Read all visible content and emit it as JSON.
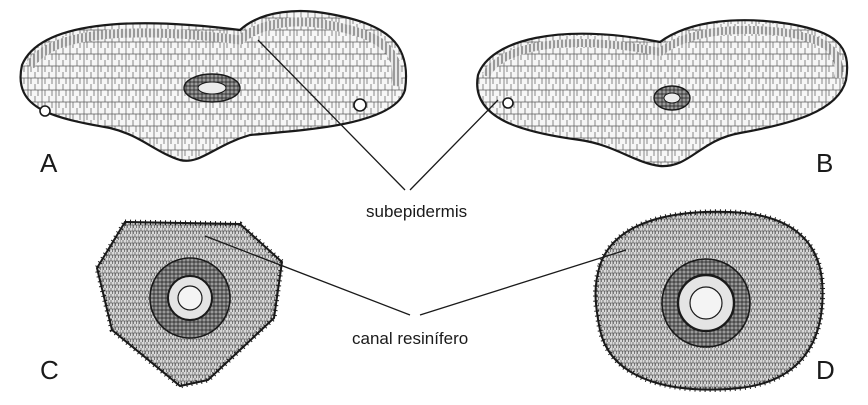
{
  "panels": {
    "a": {
      "letter": "A"
    },
    "b": {
      "letter": "B"
    },
    "c": {
      "letter": "C"
    },
    "d": {
      "letter": "D"
    }
  },
  "labels": {
    "subepidermis": "subepidermis",
    "resin_canal": "canal resinífero"
  },
  "colors": {
    "ink": "#1a1a1a",
    "tissue_fill": "#f4f4f4",
    "dense_tissue": "#bdbdbd"
  }
}
